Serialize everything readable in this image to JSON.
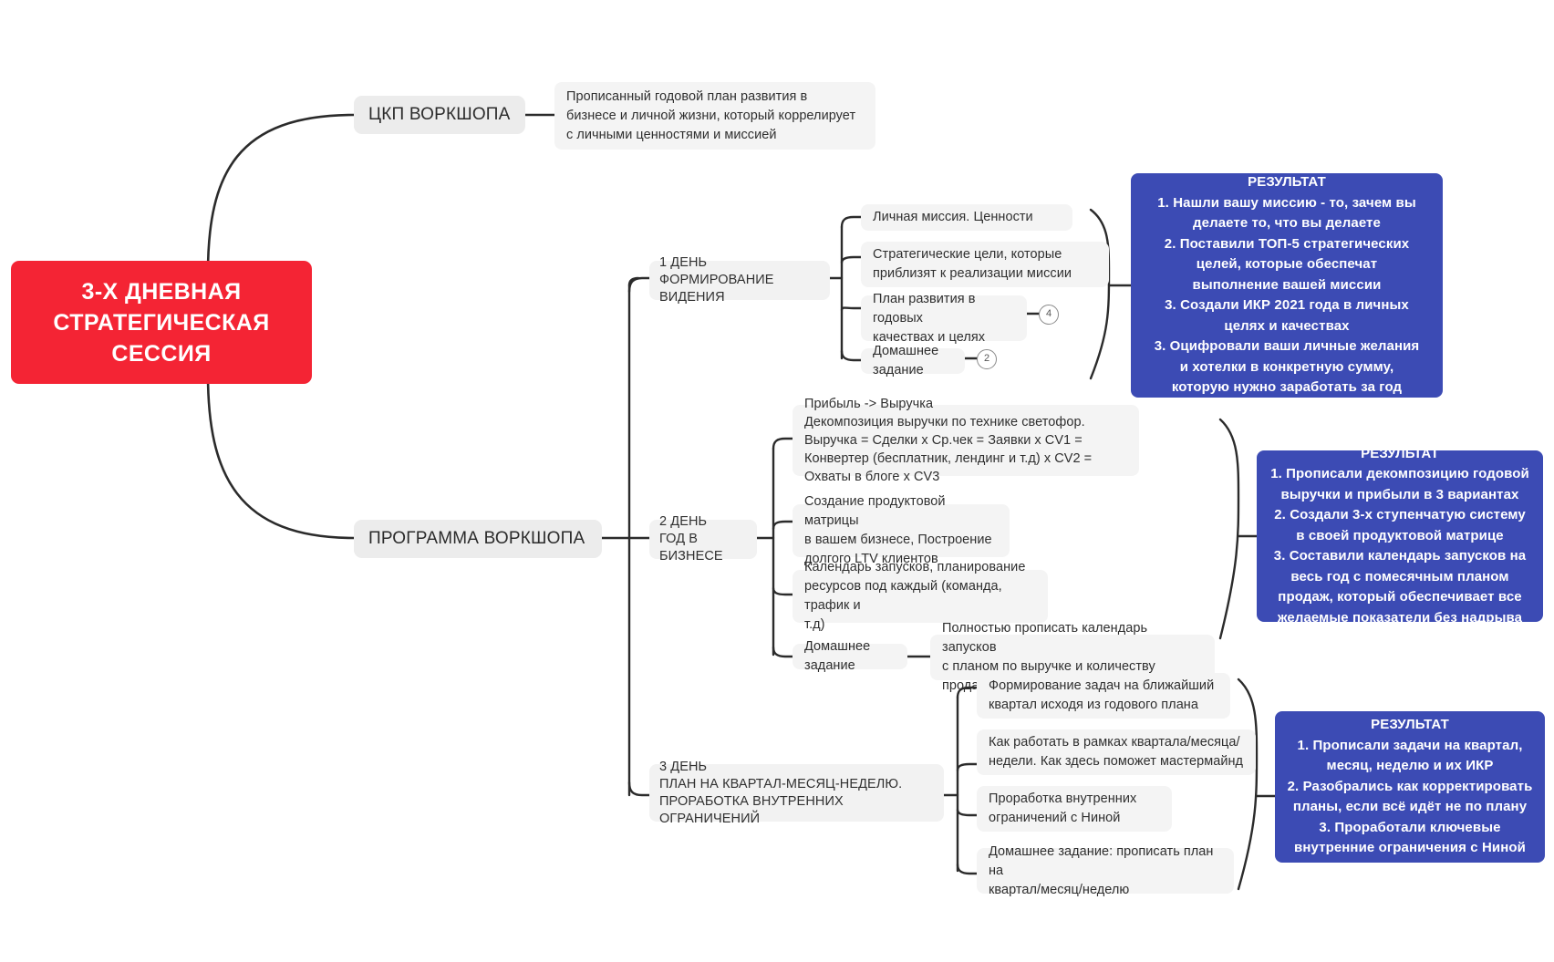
{
  "root": {
    "label": "3-Х ДНЕВНАЯ\nСТРАТЕГИЧЕСКАЯ\nСЕССИЯ",
    "color": "#f42434"
  },
  "branches": {
    "ckp": {
      "label": "ЦКП ВОРКШОПА",
      "detail": "Прописанный годовой план развития в\nбизнесе и личной жизни, который коррелирует\nс личными ценностями и миссией"
    },
    "program": {
      "label": "ПРОГРАММА ВОРКШОПА"
    }
  },
  "days": [
    {
      "id": "day1",
      "label": "1 ДЕНЬ\nФОРМИРОВАНИЕ ВИДЕНИЯ",
      "items": [
        {
          "text": "Личная миссия. Ценности",
          "badge": null
        },
        {
          "text": "Стратегические цели, которые\nприблизят к реализации миссии",
          "badge": null
        },
        {
          "text": "План развития в годовых\nкачествах и целях",
          "badge": "4"
        },
        {
          "text": "Домашнее задание",
          "badge": "2"
        }
      ],
      "result": {
        "title": "РЕЗУЛЬТАТ",
        "body": "1. Нашли вашу миссию - то, зачем вы\nделаете то, что вы делаете\n2. Поставили ТОП-5 стратегических\nцелей, которые обеспечат\nвыполнение вашей миссии\n3. Создали ИКР 2021 года в личных\nцелях и качествах\n3. Оцифровали ваши личные желания\nи хотелки в конкретную сумму,\nкоторую нужно заработать за год"
      }
    },
    {
      "id": "day2",
      "label": "2 ДЕНЬ\nГОД В БИЗНЕСЕ",
      "items": [
        {
          "text": "Прибыль -> Выручка\nДекомпозиция выручки по технике светофор.\nВыручка = Сделки х Ср.чек = Заявки х CV1 =\nКонвертер (бесплатник, лендинг и т.д) х CV2 =\nОхваты в блоге х CV3",
          "badge": null
        },
        {
          "text": "Создание продуктовой матрицы\nв вашем бизнесе, Построение\nдолгого LTV клиентов",
          "badge": null
        },
        {
          "text": "Календарь запусков, планирование\nресурсов под каждый (команда, трафик и\nт.д)",
          "badge": null
        },
        {
          "text": "Домашнее задание",
          "badge": null,
          "sub": "Полностью прописать календарь запусков\nс планом по выручке и количеству продаж"
        }
      ],
      "result": {
        "title": "РЕЗУЛЬТАТ",
        "body": "1. Прописали декомпозицию годовой\nвыручки и прибыли в 3 вариантах\n2. Создали 3-х ступенчатую систему\nв своей продуктовой матрице\n3. Составили календарь запусков на\nвесь год с помесячным планом\nпродаж, который обеспечивает все\nжелаемые показатели без надрыва"
      }
    },
    {
      "id": "day3",
      "label": "3 ДЕНЬ\nПЛАН НА КВАРТАЛ-МЕСЯЦ-НЕДЕЛЮ.\nПРОРАБОТКА ВНУТРЕННИХ ОГРАНИЧЕНИЙ",
      "items": [
        {
          "text": "Формирование задач на ближайший\nквартал исходя из годового плана",
          "badge": null
        },
        {
          "text": "Как работать в рамках квартала/месяца/\nнедели. Как здесь поможет мастермайнд",
          "badge": null
        },
        {
          "text": "Проработка внутренних\nограничений с Ниной",
          "badge": null
        },
        {
          "text": "Домашнее задание: прописать план на\nквартал/месяц/неделю",
          "badge": null
        }
      ],
      "result": {
        "title": "РЕЗУЛЬТАТ",
        "body": "1. Прописали задачи на квартал,\nмесяц, неделю и их ИКР\n2. Разобрались как корректировать\nпланы, если всё идёт не по плану\n3. Проработали ключевые\nвнутренние ограничения с Ниной"
      }
    }
  ],
  "colors": {
    "root_red": "#f42434",
    "result_blue": "#3c4bb4",
    "pill_grey": "#ececec",
    "leaf_grey": "#f4f4f4",
    "line_dark": "#2b2b2b"
  }
}
